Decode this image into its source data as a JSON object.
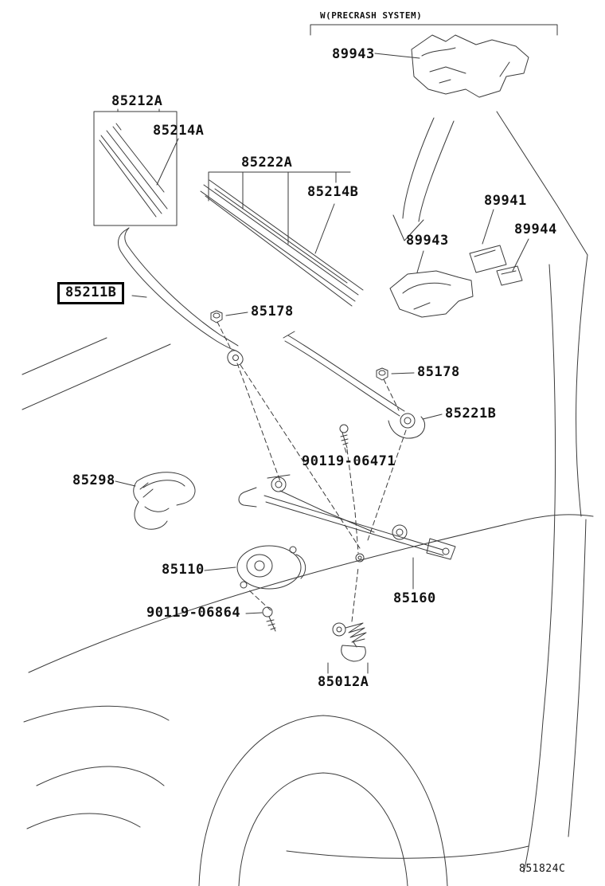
{
  "note": "W(PRECRASH SYSTEM)",
  "diagram_code": "851824C",
  "colors": {
    "background": "#ffffff",
    "line": "#3a3a3a",
    "text": "#111111",
    "highlight_box_border": "#000000"
  },
  "labels": [
    {
      "id": "85212A",
      "text": "85212A"
    },
    {
      "id": "85214A",
      "text": "85214A"
    },
    {
      "id": "85222A",
      "text": "85222A"
    },
    {
      "id": "85214B",
      "text": "85214B"
    },
    {
      "id": "89943-top",
      "text": "89943"
    },
    {
      "id": "89941",
      "text": "89941"
    },
    {
      "id": "89943-mid",
      "text": "89943"
    },
    {
      "id": "89944",
      "text": "89944"
    },
    {
      "id": "85211B",
      "text": "85211B",
      "highlighted": true
    },
    {
      "id": "85178-upper",
      "text": "85178"
    },
    {
      "id": "85178-lower",
      "text": "85178"
    },
    {
      "id": "85221B",
      "text": "85221B"
    },
    {
      "id": "90119-06471",
      "text": "90119-06471"
    },
    {
      "id": "85298",
      "text": "85298"
    },
    {
      "id": "85110",
      "text": "85110"
    },
    {
      "id": "90119-06864",
      "text": "90119-06864"
    },
    {
      "id": "85160",
      "text": "85160"
    },
    {
      "id": "85012A",
      "text": "85012A"
    }
  ]
}
